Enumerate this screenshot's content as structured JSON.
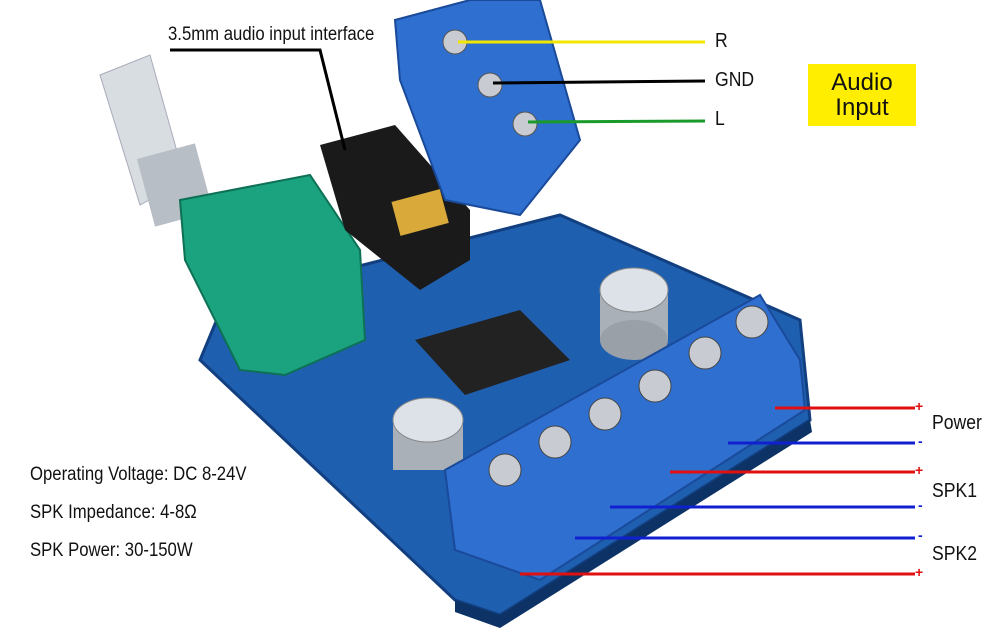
{
  "labels": {
    "jack": "3.5mm audio input interface",
    "r": "R",
    "gnd": "GND",
    "l": "L",
    "audio_input": "Audio Input",
    "power": "Power",
    "spk1": "SPK1",
    "spk2": "SPK2",
    "plus": "+",
    "minus": "-"
  },
  "specs": [
    "Operating Voltage: DC 8-24V",
    "SPK Impedance: 4-8Ω",
    "SPK Power: 30-150W"
  ],
  "colors": {
    "pcb": "#1f5fb0",
    "terminal": "#2f6fd0",
    "potentiometer": "#1aa37e",
    "audio_box": "#ffee00",
    "wire_r": "#f2e600",
    "wire_gnd": "#000000",
    "wire_l": "#1a9a2a",
    "wire_plus": "#e01010",
    "wire_minus": "#1020d0"
  }
}
